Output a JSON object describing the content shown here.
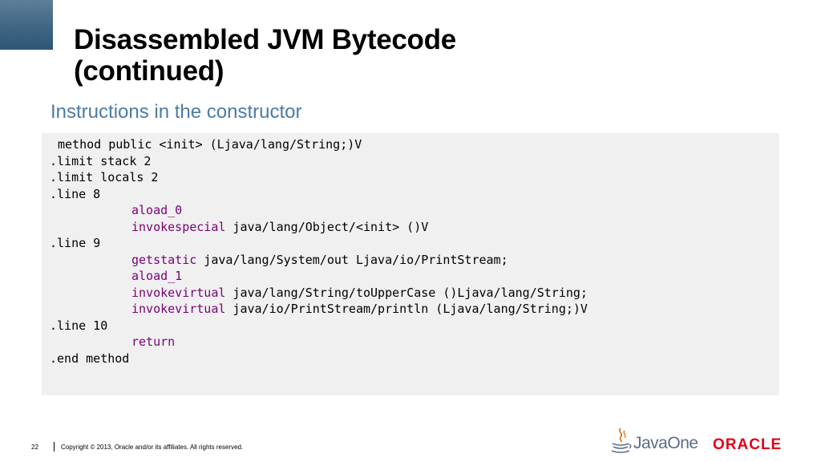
{
  "slide": {
    "title_line1": "Disassembled JVM Bytecode",
    "title_line2": "(continued)",
    "subtitle": "Instructions in the constructor"
  },
  "code": {
    "l1": "method public <init> (Ljava/lang/String;)V",
    "l2": ".limit stack 2",
    "l3": ".limit locals 2",
    "l4": ".line 8",
    "l5_kw": "aload_0",
    "l6_kw": "invokespecial",
    "l6_rest": " java/lang/Object/<init> ()V",
    "l7": ".line 9",
    "l8_kw": "getstatic",
    "l8_rest": " java/lang/System/out Ljava/io/PrintStream;",
    "l9_kw": "aload_1",
    "l10_kw": "invokevirtual",
    "l10_rest": " java/lang/String/toUpperCase ()Ljava/lang/String;",
    "l11_kw": "invokevirtual",
    "l11_rest": " java/io/PrintStream/println (Ljava/lang/String;)V",
    "l12": ".line 10",
    "l13_kw": "return",
    "l14": ".end method"
  },
  "footer": {
    "page_number": "22",
    "copyright": "Copyright © 2013, Oracle and/or its affiliates. All rights reserved.",
    "javaone_logo_text": "JavaOne",
    "oracle_logo_text": "ORACLE"
  },
  "colors": {
    "accent_block": "#3d6482",
    "subtitle": "#4a7ba6",
    "keyword": "#7a0078",
    "code_bg": "#f0f0f0",
    "oracle_red": "#e2001a"
  },
  "icons": {
    "java_logo": "java-cup-icon"
  }
}
